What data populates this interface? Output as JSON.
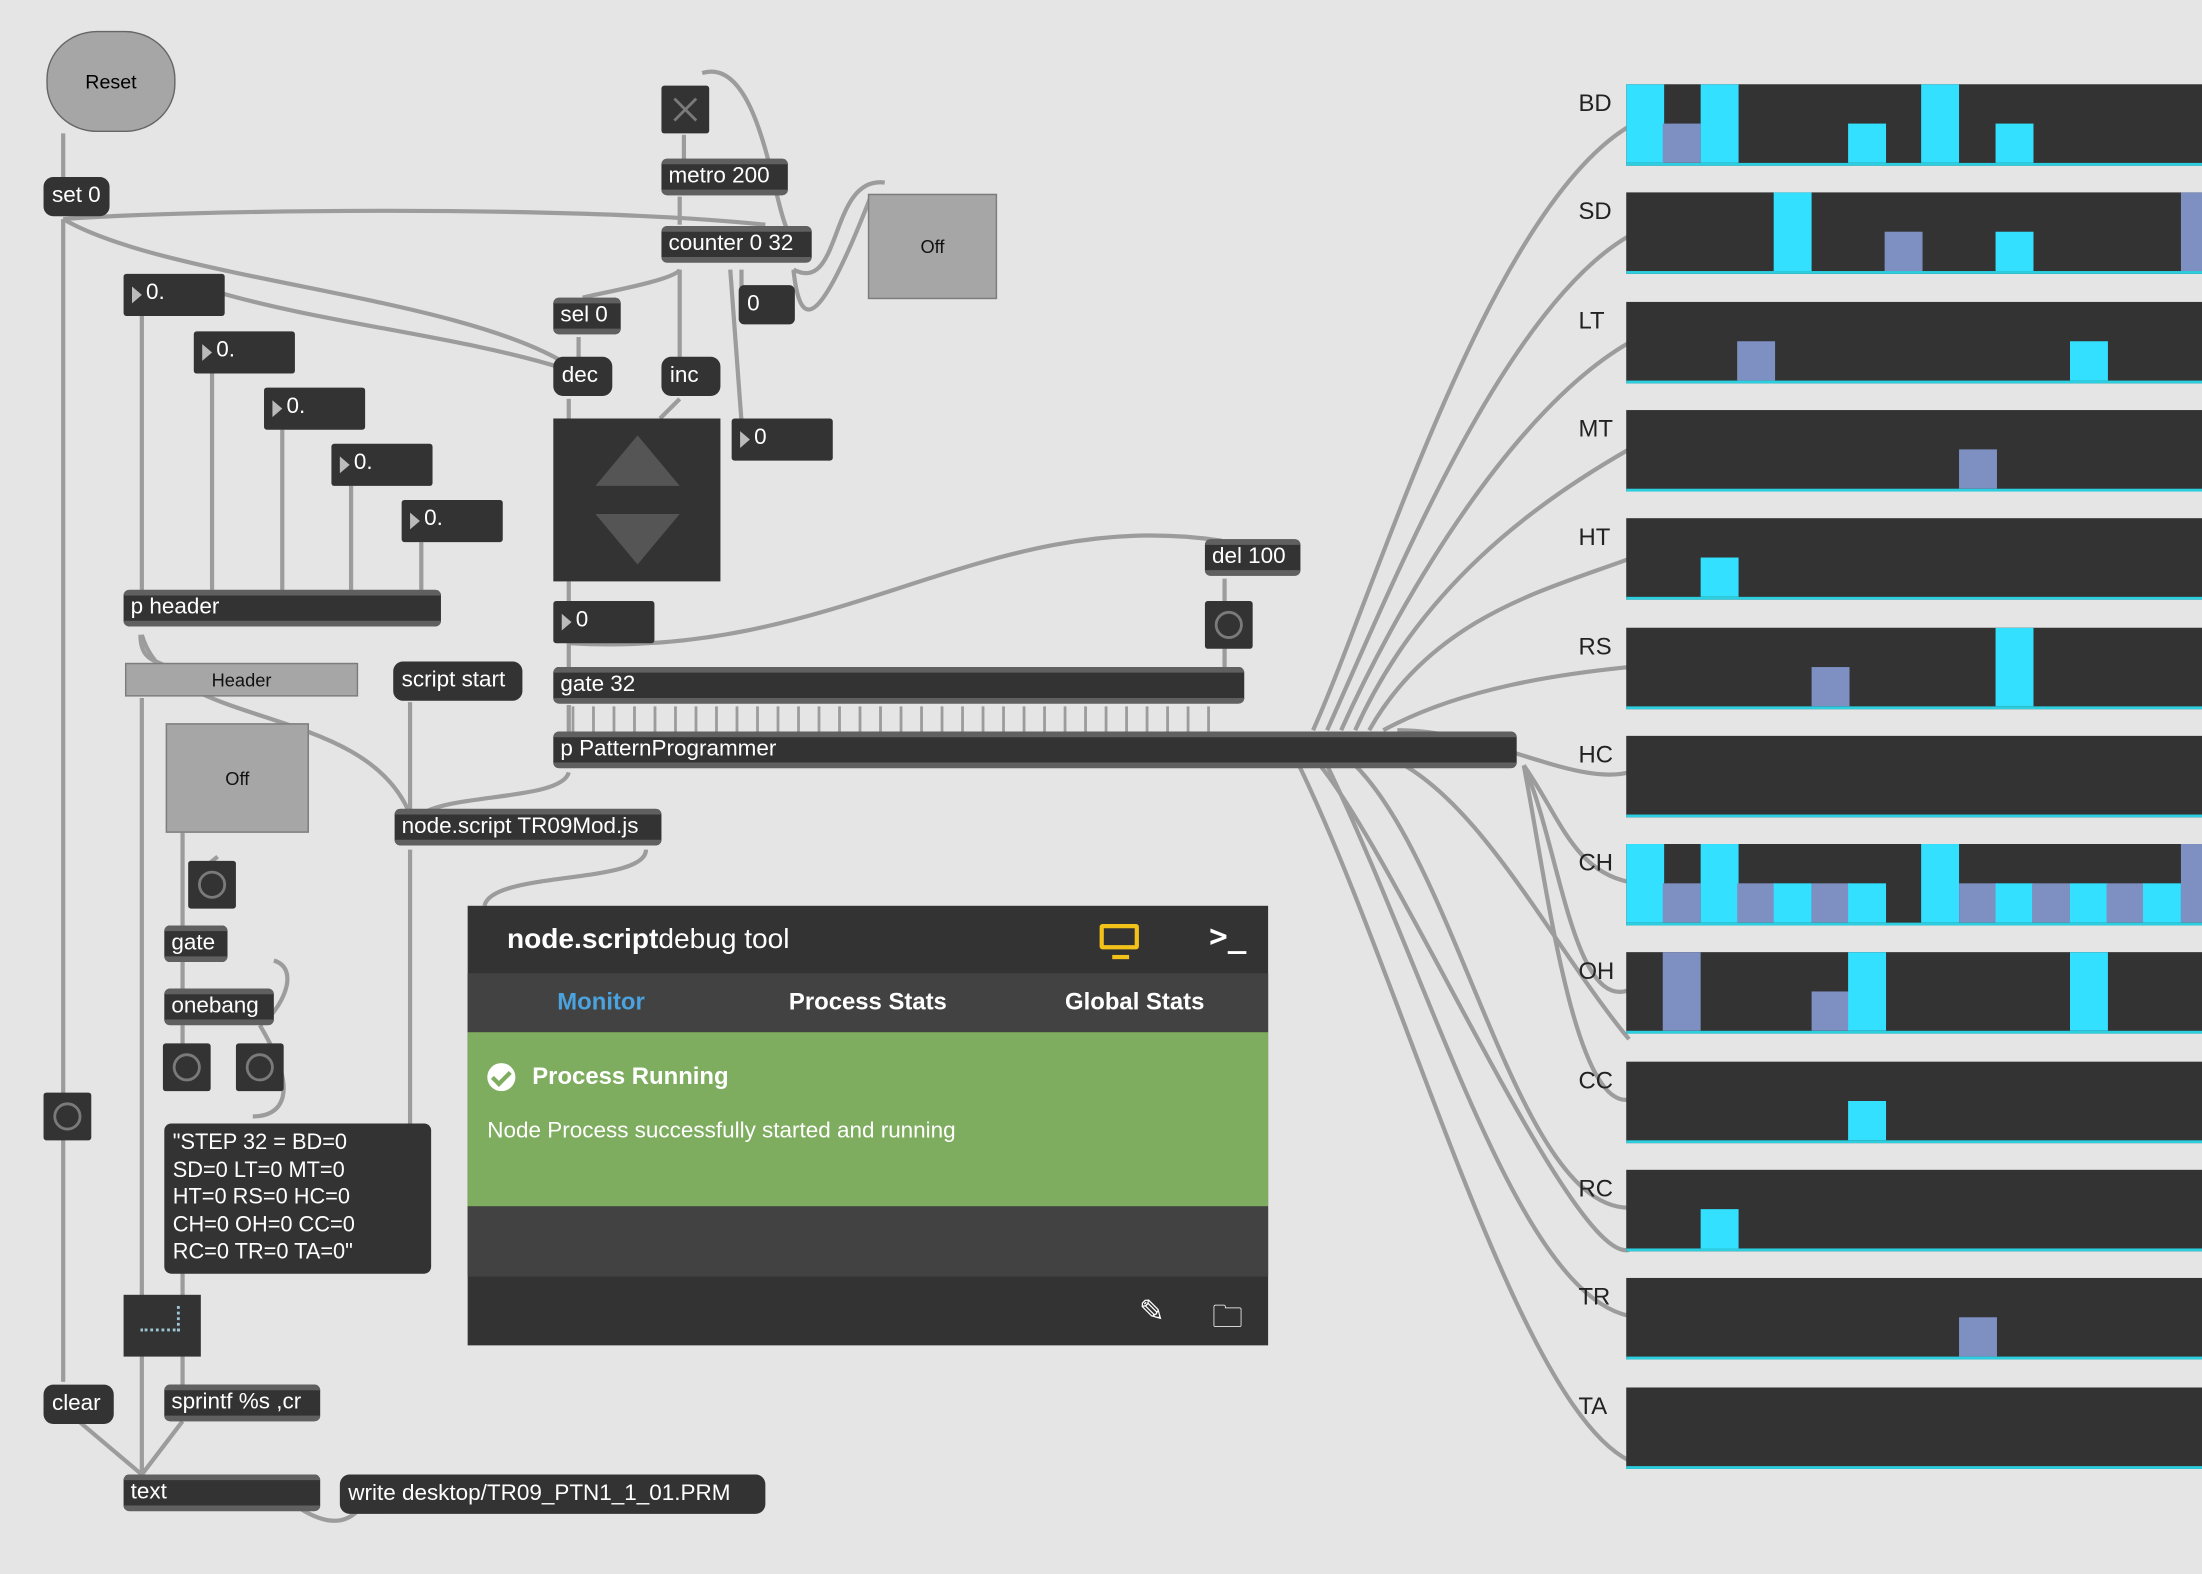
{
  "patch": {
    "reset": "Reset",
    "set0": "set 0",
    "metro": "metro 200",
    "counter": "counter 0 32",
    "counter_out": "0",
    "sel": "sel 0",
    "dec": "dec",
    "inc": "inc",
    "num_right": "0",
    "toggle_off": "Off",
    "floats": [
      "0.",
      "0.",
      "0.",
      "0.",
      "0."
    ],
    "p_header": "p header",
    "header_btn": "Header",
    "script_start": "script start",
    "gate_off": "Off",
    "node_script": "node.script TR09Mod.js",
    "gate": "gate",
    "onebang": "onebang",
    "step_num": "0",
    "gate32": "gate 32",
    "pattern_programmer": "p PatternProgrammer",
    "del": "del 100",
    "message_box": "\"STEP 32 = BD=0\nSD=0 LT=0 MT=0\nHT=0 RS=0 HC=0\nCH=0 OH=0 CC=0\nRC=0 TR=0 TA=0\"",
    "clear": "clear",
    "sprintf": "sprintf %s ,cr",
    "text": "text",
    "write": "write desktop/TR09_PTN1_1_01.PRM"
  },
  "debug_tool": {
    "title_bold": "node.script",
    "title_rest": " debug tool",
    "tabs": [
      "Monitor",
      "Process Stats",
      "Global Stats"
    ],
    "active_tab": "Monitor",
    "status_title": "Process Running",
    "status_message": "Node Process successfully started and running",
    "icons": [
      "monitor-icon",
      "terminal-icon",
      "edit-icon",
      "folder-icon"
    ],
    "accent": "#f2c21b",
    "status_color": "#7fad60"
  },
  "tracks": [
    {
      "label": "BD",
      "steps": [
        [
          0,
          "hi"
        ],
        [
          1,
          "lo"
        ],
        [
          2,
          "hi"
        ],
        [
          6,
          "hi-half"
        ],
        [
          8,
          "hi"
        ],
        [
          10,
          "hi-half"
        ]
      ]
    },
    {
      "label": "SD",
      "steps": [
        [
          4,
          "hi"
        ],
        [
          7,
          "lo"
        ],
        [
          10,
          "hi-half"
        ],
        [
          15,
          "lo-full"
        ]
      ]
    },
    {
      "label": "LT",
      "steps": [
        [
          3,
          "lo"
        ],
        [
          12,
          "hi-half"
        ]
      ]
    },
    {
      "label": "MT",
      "steps": [
        [
          9,
          "lo"
        ]
      ]
    },
    {
      "label": "HT",
      "steps": [
        [
          2,
          "hi-half"
        ]
      ]
    },
    {
      "label": "RS",
      "steps": [
        [
          5,
          "lo"
        ],
        [
          10,
          "hi"
        ]
      ]
    },
    {
      "label": "HC",
      "steps": []
    },
    {
      "label": "CH",
      "steps": [
        [
          0,
          "hi"
        ],
        [
          1,
          "lo"
        ],
        [
          2,
          "hi"
        ],
        [
          3,
          "lo"
        ],
        [
          4,
          "hi-half"
        ],
        [
          5,
          "lo"
        ],
        [
          6,
          "hi-half"
        ],
        [
          8,
          "hi"
        ],
        [
          9,
          "lo"
        ],
        [
          10,
          "hi-half"
        ],
        [
          11,
          "lo"
        ],
        [
          12,
          "hi-half"
        ],
        [
          13,
          "lo"
        ],
        [
          14,
          "hi-half"
        ],
        [
          15,
          "lo-full"
        ]
      ]
    },
    {
      "label": "OH",
      "steps": [
        [
          1,
          "lo-full"
        ],
        [
          5,
          "lo"
        ],
        [
          6,
          "hi"
        ],
        [
          12,
          "hi"
        ]
      ]
    },
    {
      "label": "CC",
      "steps": [
        [
          6,
          "hi-half"
        ]
      ]
    },
    {
      "label": "RC",
      "steps": [
        [
          2,
          "hi-half"
        ]
      ]
    },
    {
      "label": "TR",
      "steps": [
        [
          9,
          "lo"
        ]
      ]
    },
    {
      "label": "TA",
      "steps": []
    }
  ],
  "colors": {
    "step_on": "#33e0ff",
    "step_alt": "#7e8fc2",
    "background": "#e5e5e5"
  }
}
